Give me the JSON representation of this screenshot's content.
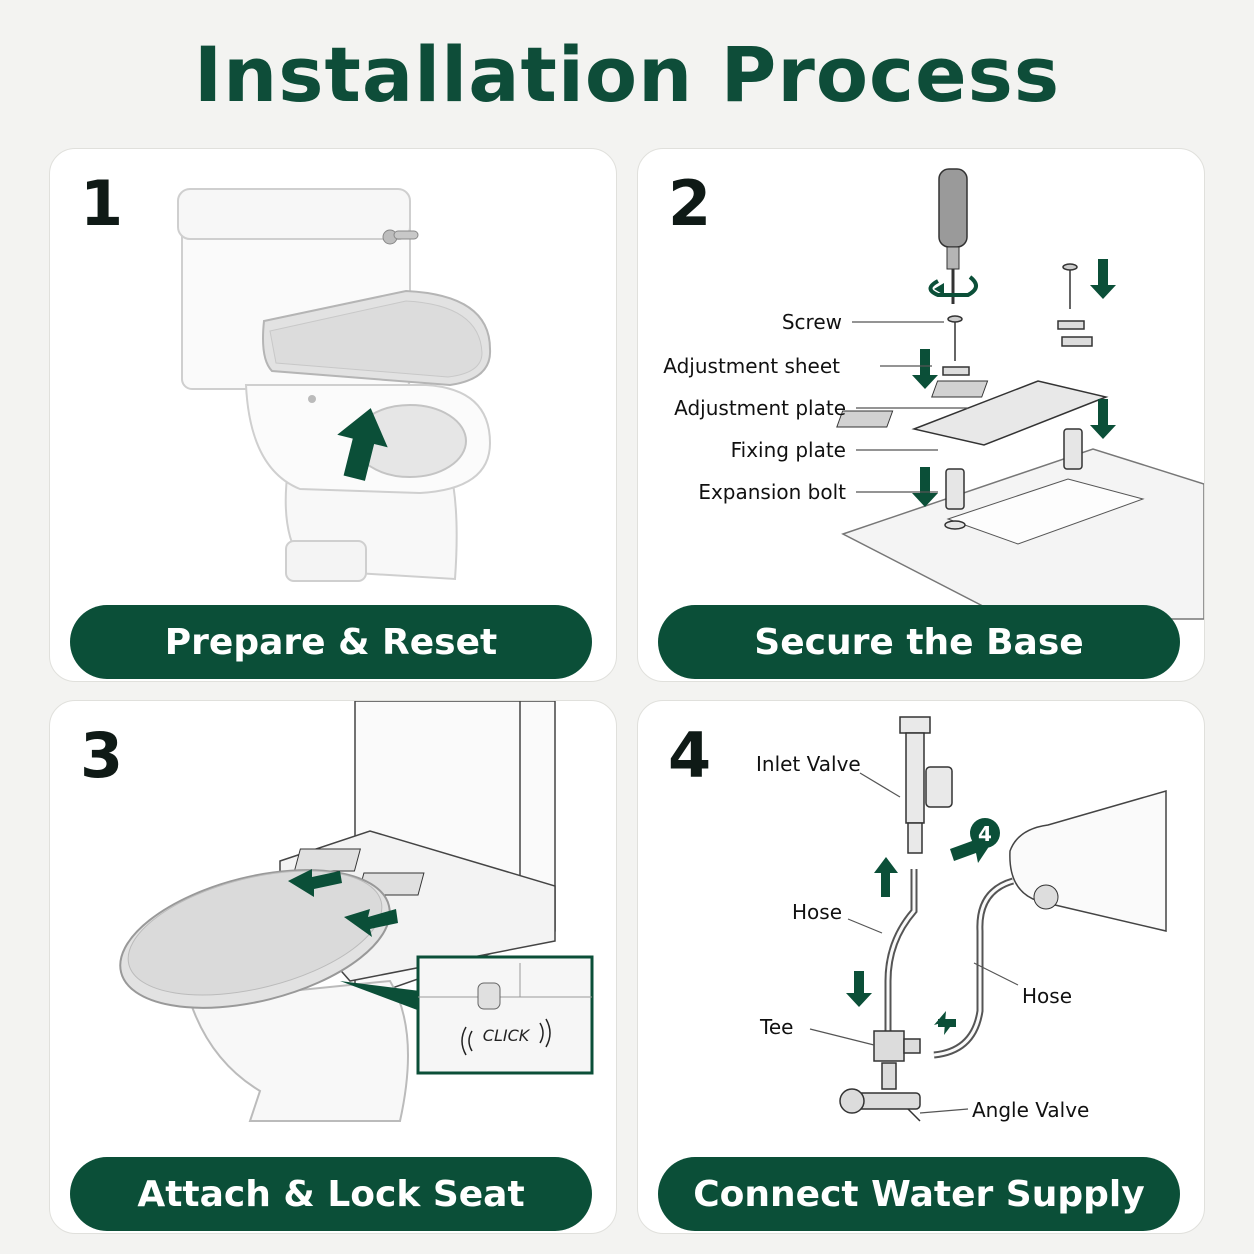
{
  "page": {
    "title": "Installation Process"
  },
  "steps": [
    {
      "number": "1",
      "label": "Prepare & Reset"
    },
    {
      "number": "2",
      "label": "Secure the Base",
      "callouts": [
        "Screw",
        "Adjustment sheet",
        "Adjustment plate",
        "Fixing plate",
        "Expansion bolt"
      ]
    },
    {
      "number": "3",
      "label": "Attach & Lock Seat",
      "click_text": "CLICK"
    },
    {
      "number": "4",
      "label": "Connect Water Supply",
      "marker": "4",
      "callouts": [
        "Inlet Valve",
        "Hose",
        "Hose",
        "Tee",
        "Angle Valve"
      ]
    }
  ],
  "colors": {
    "brand_green": "#0b4f38",
    "title_green": "#0e4d39"
  }
}
